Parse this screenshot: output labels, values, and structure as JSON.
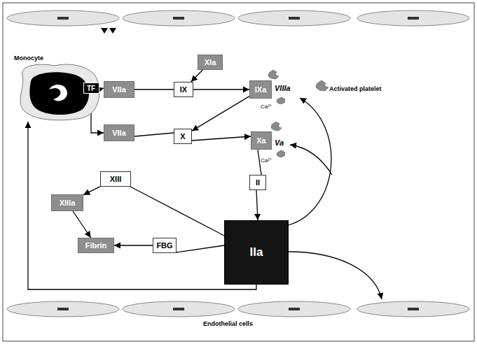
{
  "diagram": {
    "nodes": [
      {
        "text": [
          "Monocyte"
        ]
      },
      {
        "text": [
          "TF"
        ],
        "in": 0
      },
      {
        "text": [
          "XIa"
        ]
      },
      {
        "text": [
          "VIIa"
        ]
      },
      {
        "text": [
          "IX"
        ]
      },
      {
        "text": [
          "IXa"
        ]
      },
      {
        "text": [
          "VIIa"
        ]
      },
      {
        "text": [
          "X"
        ]
      },
      {
        "text": [
          "Xa"
        ]
      },
      {
        "text": [
          "XIII"
        ]
      },
      {
        "text": [
          "II"
        ]
      },
      {
        "text": [
          "XIIIa"
        ]
      },
      {
        "text": [
          "IIa"
        ]
      },
      {
        "text": [
          "Fibrin"
        ]
      },
      {
        "text": [
          "FBG"
        ]
      }
    ],
    "edges": [
      {
        "from": 1,
        "to": 3,
        "arrow": "to"
      },
      {
        "from": 1,
        "to": 6,
        "arrow": "to"
      },
      {
        "from": 3,
        "to": 4,
        "arrow": "none"
      },
      {
        "from": 2,
        "to": 4,
        "arrow": "to"
      },
      {
        "from": 4,
        "to": 5,
        "arrow": "to"
      },
      {
        "from": 6,
        "to": 7,
        "arrow": "none"
      },
      {
        "from": 7,
        "to": 8,
        "arrow": "to"
      },
      {
        "from": 5,
        "to": 7,
        "arrow": "to"
      },
      {
        "from": 8,
        "to": 10,
        "arrow": "none"
      },
      {
        "from": 10,
        "to": 12,
        "arrow": "to"
      },
      {
        "from": 9,
        "to": 12,
        "arrow": "none"
      },
      {
        "from": 9,
        "to": 11,
        "arrow": "to"
      },
      {
        "from": 11,
        "to": 13,
        "arrow": "to"
      },
      {
        "from": 14,
        "to": 13,
        "arrow": "to"
      },
      {
        "from": 12,
        "to": 14,
        "arrow": "none"
      },
      {
        "from": 12,
        "to": 0,
        "arrow": "to"
      }
    ],
    "labels": [
      "VIIIa",
      "Activated platelet",
      "Ca²⁺",
      "Va",
      "Ca²⁺",
      "Endothelial cells"
    ]
  }
}
